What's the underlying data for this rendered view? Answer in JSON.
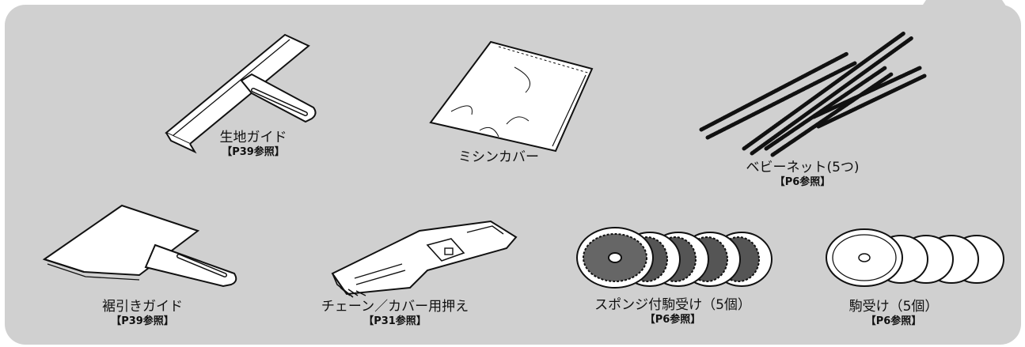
{
  "accessories": {
    "fabric_guide": {
      "name": "生地ガイド",
      "ref": "【P39参照】",
      "icon": "fabric-guide-icon"
    },
    "machine_cover": {
      "name": "ミシンカバー",
      "ref": "",
      "icon": "bag-cover-icon"
    },
    "baby_net": {
      "name": "ベビーネット(5つ)",
      "ref": "【P6参照】",
      "icon": "net-icon"
    },
    "hem_guide": {
      "name": "裾引きガイド",
      "ref": "【P39参照】",
      "icon": "hem-guide-icon"
    },
    "chain_cover_foot": {
      "name": "チェーン／カバー用押え",
      "ref": "【P31参照】",
      "icon": "presser-foot-icon"
    },
    "sponge_spool_holders": {
      "name": "スポンジ付駒受け（5個）",
      "ref": "【P6参照】",
      "icon": "sponge-disc-icon"
    },
    "spool_holders": {
      "name": "駒受け（5個）",
      "ref": "【P6参照】",
      "icon": "disc-icon"
    }
  },
  "colors": {
    "panel": "#d0d0d0",
    "line": "#111111",
    "part_fill": "#ffffff"
  }
}
